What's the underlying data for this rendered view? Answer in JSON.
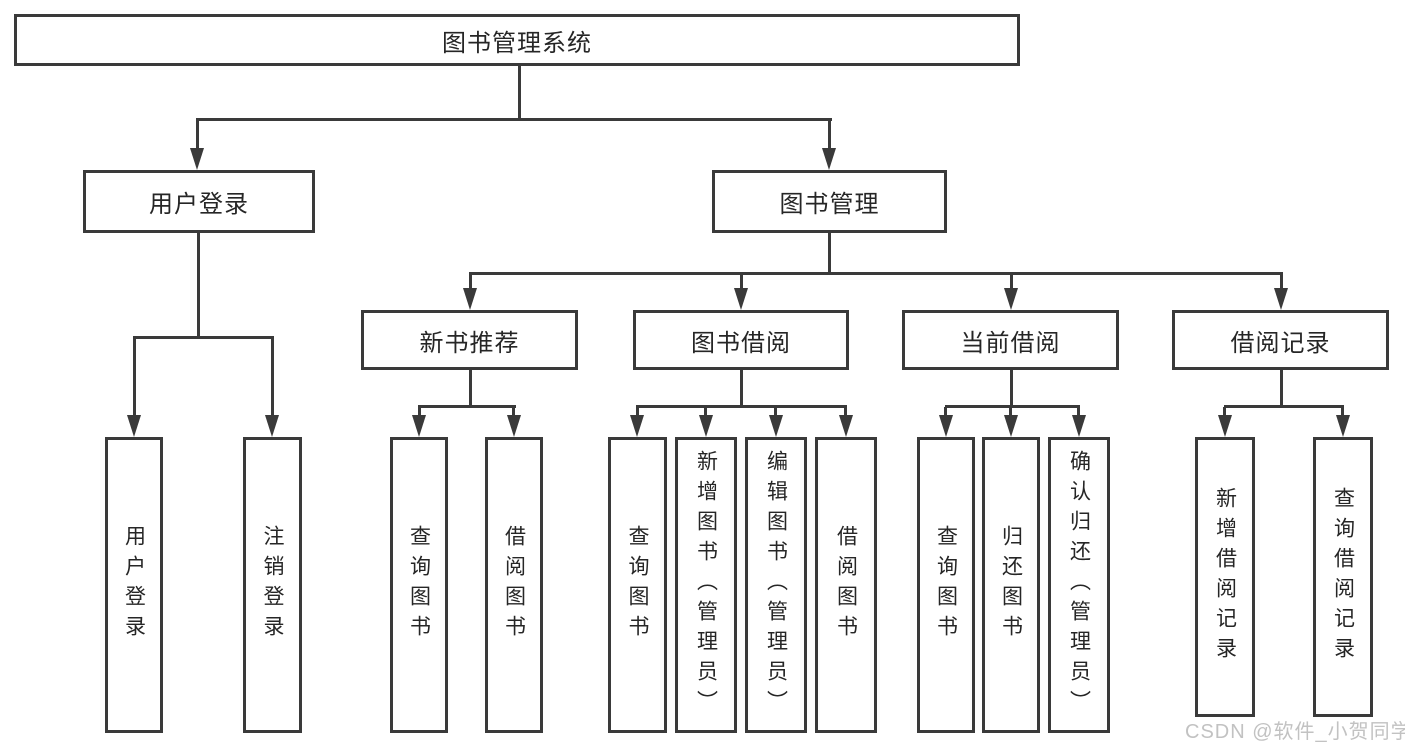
{
  "root": {
    "label": "图书管理系统"
  },
  "branches": [
    {
      "label": "用户登录",
      "children": [
        "用户登录",
        "注销登录"
      ]
    },
    {
      "label": "图书管理"
    }
  ],
  "modules": [
    {
      "label": "新书推荐",
      "children": [
        "查询图书",
        "借阅图书"
      ]
    },
    {
      "label": "图书借阅",
      "children": [
        "查询图书",
        "新增图书（管理员）",
        "编辑图书（管理员）",
        "借阅图书"
      ]
    },
    {
      "label": "当前借阅",
      "children": [
        "查询图书",
        "归还图书",
        "确认归还（管理员）"
      ]
    },
    {
      "label": "借阅记录",
      "children": [
        "新增借阅记录",
        "查询借阅记录"
      ]
    }
  ],
  "watermark": {
    "text": "CSDN @软件_小贺同学"
  },
  "colors": {
    "stroke": "#3a3a3a",
    "text": "#262626",
    "watermark": "#c2c2c2",
    "background": "#ffffff"
  }
}
